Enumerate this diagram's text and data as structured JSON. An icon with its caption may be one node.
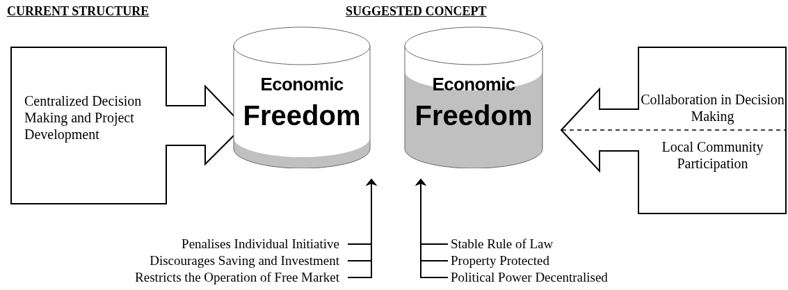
{
  "diagram": {
    "nodes": [
      {
        "text": [
          "Centralized Decision Making and Project Development"
        ]
      },
      {
        "text": [
          "Economic",
          "Freedom"
        ]
      },
      {
        "text": [
          "Economic",
          "Freedom"
        ]
      },
      {
        "text": [
          "Collaboration in Decision Making",
          "Local Community Participation"
        ]
      },
      {
        "text": [
          "Penalises Individual Initiative"
        ]
      },
      {
        "text": [
          "Discourages Saving and Investment"
        ]
      },
      {
        "text": [
          "Restricts the Operation of Free Market"
        ]
      },
      {
        "text": [
          "Stable Rule of Law"
        ]
      },
      {
        "text": [
          "Property Protected"
        ]
      },
      {
        "text": [
          "Political Power Decentralised"
        ]
      }
    ],
    "edges": [
      {
        "from": 4,
        "to": 1,
        "arrow": "to"
      },
      {
        "from": 5,
        "to": 1,
        "arrow": "to"
      },
      {
        "from": 6,
        "to": 1,
        "arrow": "to"
      },
      {
        "from": 7,
        "to": 2,
        "arrow": "to"
      },
      {
        "from": 8,
        "to": 2,
        "arrow": "to"
      },
      {
        "from": 9,
        "to": 2,
        "arrow": "to"
      }
    ],
    "labels": [
      "CURRENT STRUCTURE",
      "SUGGESTED CONCEPT"
    ]
  }
}
